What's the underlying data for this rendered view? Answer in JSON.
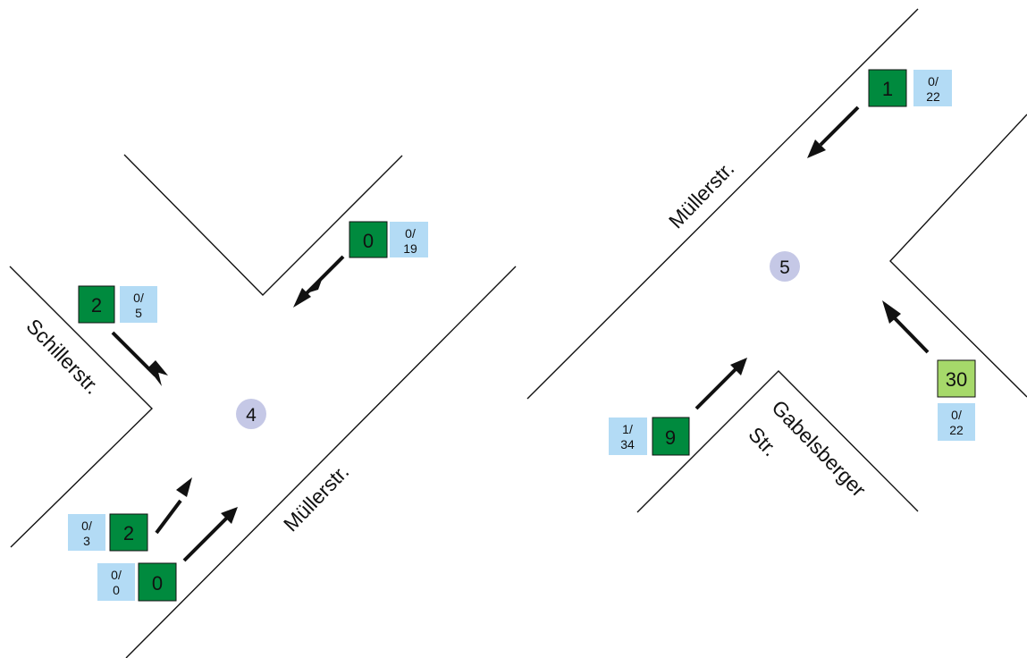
{
  "colors": {
    "count_box_green": "#008a3e",
    "count_box_light_green": "#a6d96a",
    "ratio_box_blue": "#b3dbf5",
    "node_circle": "#c5c8e6",
    "line": "#111111"
  },
  "intersection_4": {
    "node_label": "4",
    "streets": {
      "mullerstr": "Müllerstr.",
      "schillerstr": "Schillerstr."
    },
    "approaches": {
      "northeast": {
        "count": "0",
        "ratio_top": "0/",
        "ratio_bottom": "19"
      },
      "northwest": {
        "count": "2",
        "ratio_top": "0/",
        "ratio_bottom": "5"
      },
      "southwest_upper": {
        "count": "2",
        "ratio_top": "0/",
        "ratio_bottom": "3"
      },
      "southwest_lower": {
        "count": "0",
        "ratio_top": "0/",
        "ratio_bottom": "0"
      }
    }
  },
  "intersection_5": {
    "node_label": "5",
    "streets": {
      "mullerstr": "Müllerstr.",
      "gabelsberger": "Gabelsberger",
      "gabelsberger_str": "Str."
    },
    "approaches": {
      "northeast": {
        "count": "1",
        "ratio_top": "0/",
        "ratio_bottom": "22"
      },
      "southwest": {
        "count": "9",
        "ratio_top": "1/",
        "ratio_bottom": "34"
      },
      "southeast": {
        "count": "30",
        "ratio_top": "0/",
        "ratio_bottom": "22"
      }
    }
  }
}
